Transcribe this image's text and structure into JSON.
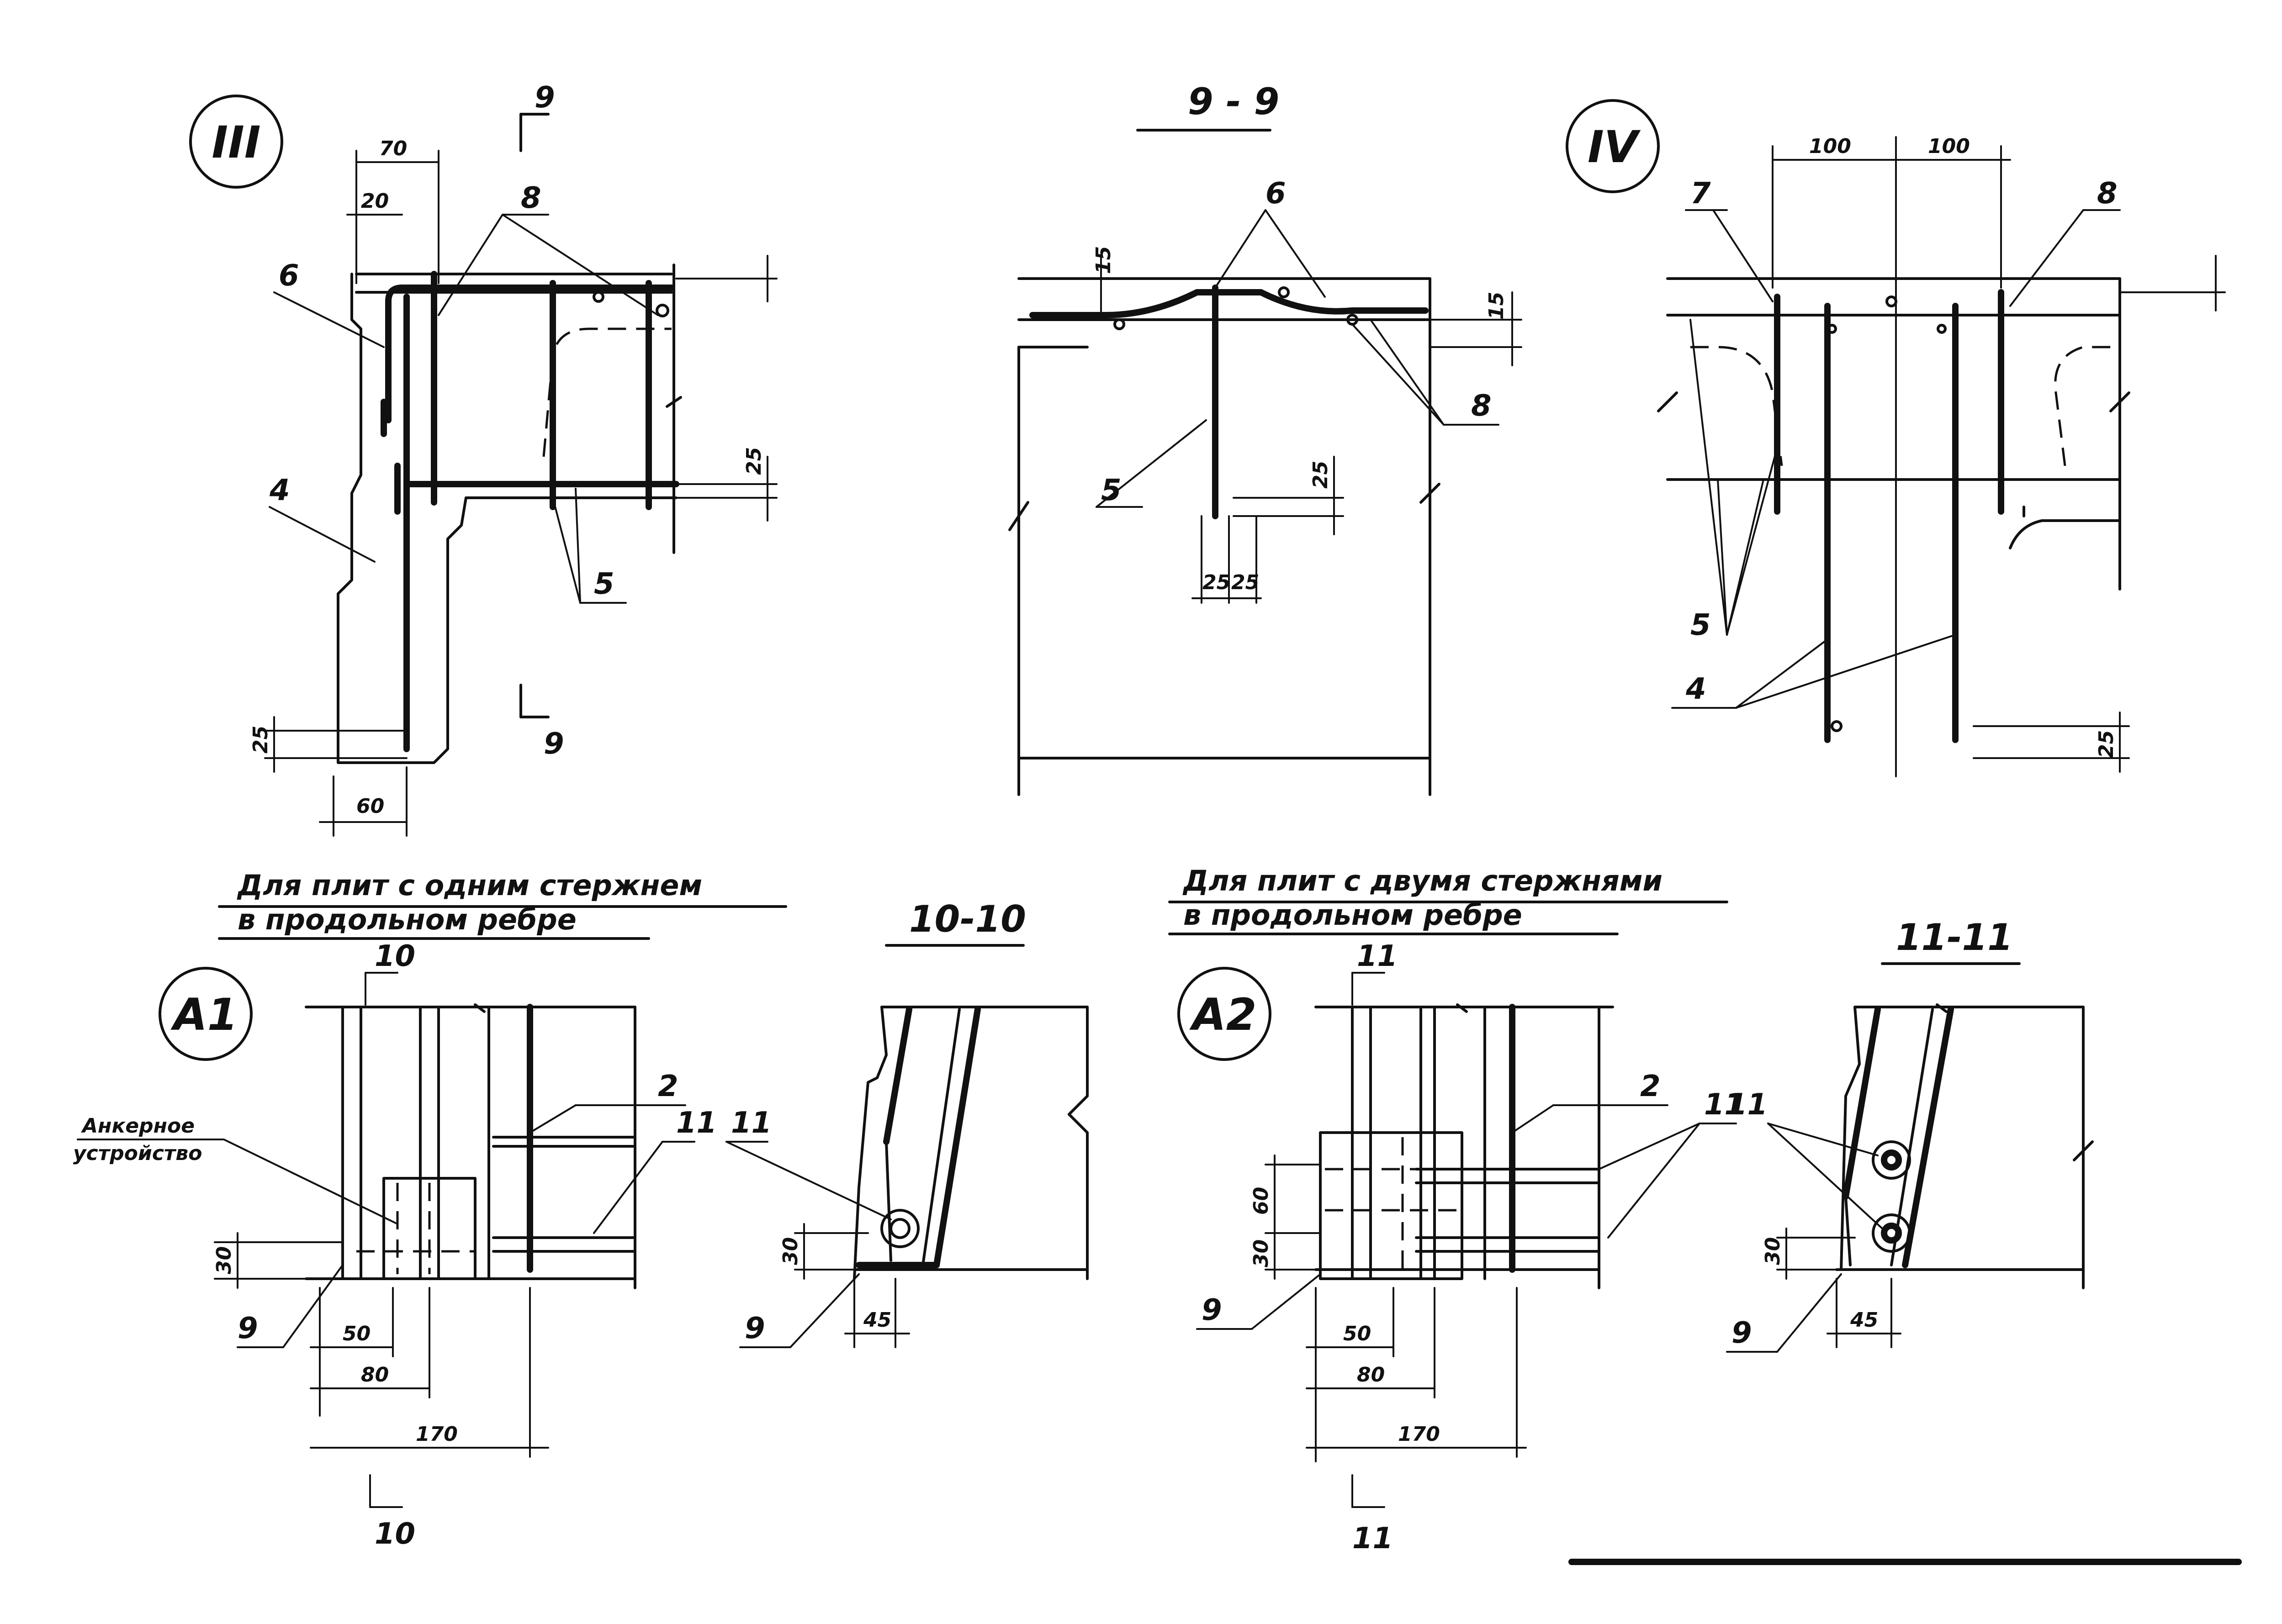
{
  "details": {
    "III": {
      "bubble": "III",
      "cut_top": "9",
      "cut_bottom": "9",
      "dims": [
        "70",
        "20",
        "25",
        "25",
        "60"
      ],
      "callouts": [
        "8",
        "6",
        "4",
        "5"
      ]
    },
    "IV": {
      "bubble": "IV",
      "dims": [
        "100",
        "100",
        "25"
      ],
      "callouts": [
        "7",
        "8",
        "5",
        "4"
      ]
    },
    "A1": {
      "bubble": "A1",
      "cut_top": "10",
      "cut_bottom": "10",
      "dims": [
        "30",
        "50",
        "80",
        "170"
      ],
      "callouts": [
        "2",
        "11",
        "9"
      ]
    },
    "A2": {
      "bubble": "A2",
      "cut_top": "11",
      "cut_bottom": "11",
      "dims": [
        "60",
        "30",
        "50",
        "80",
        "170"
      ],
      "callouts": [
        "2",
        "11",
        "9"
      ]
    }
  },
  "sections": {
    "s9": {
      "title": "9 - 9",
      "dims": [
        "15",
        "15",
        "25",
        "25",
        "25"
      ],
      "callouts": [
        "6",
        "8",
        "5"
      ]
    },
    "s10": {
      "title": "10-10",
      "dims": [
        "30",
        "45"
      ],
      "callouts": [
        "11",
        "9"
      ]
    },
    "s11": {
      "title": "11-11",
      "dims": [
        "30",
        "45"
      ],
      "callouts": [
        "11",
        "9"
      ]
    }
  },
  "captions": {
    "one_bar": {
      "line1": "Для плит с одним стержнем",
      "line2": "в продольном ребре"
    },
    "two_bars": {
      "line1": "Для плит с двумя стержнями",
      "line2": "в продольном ребре"
    }
  },
  "anchor_note": {
    "line1": "Анкерное",
    "line2": "устройство"
  }
}
